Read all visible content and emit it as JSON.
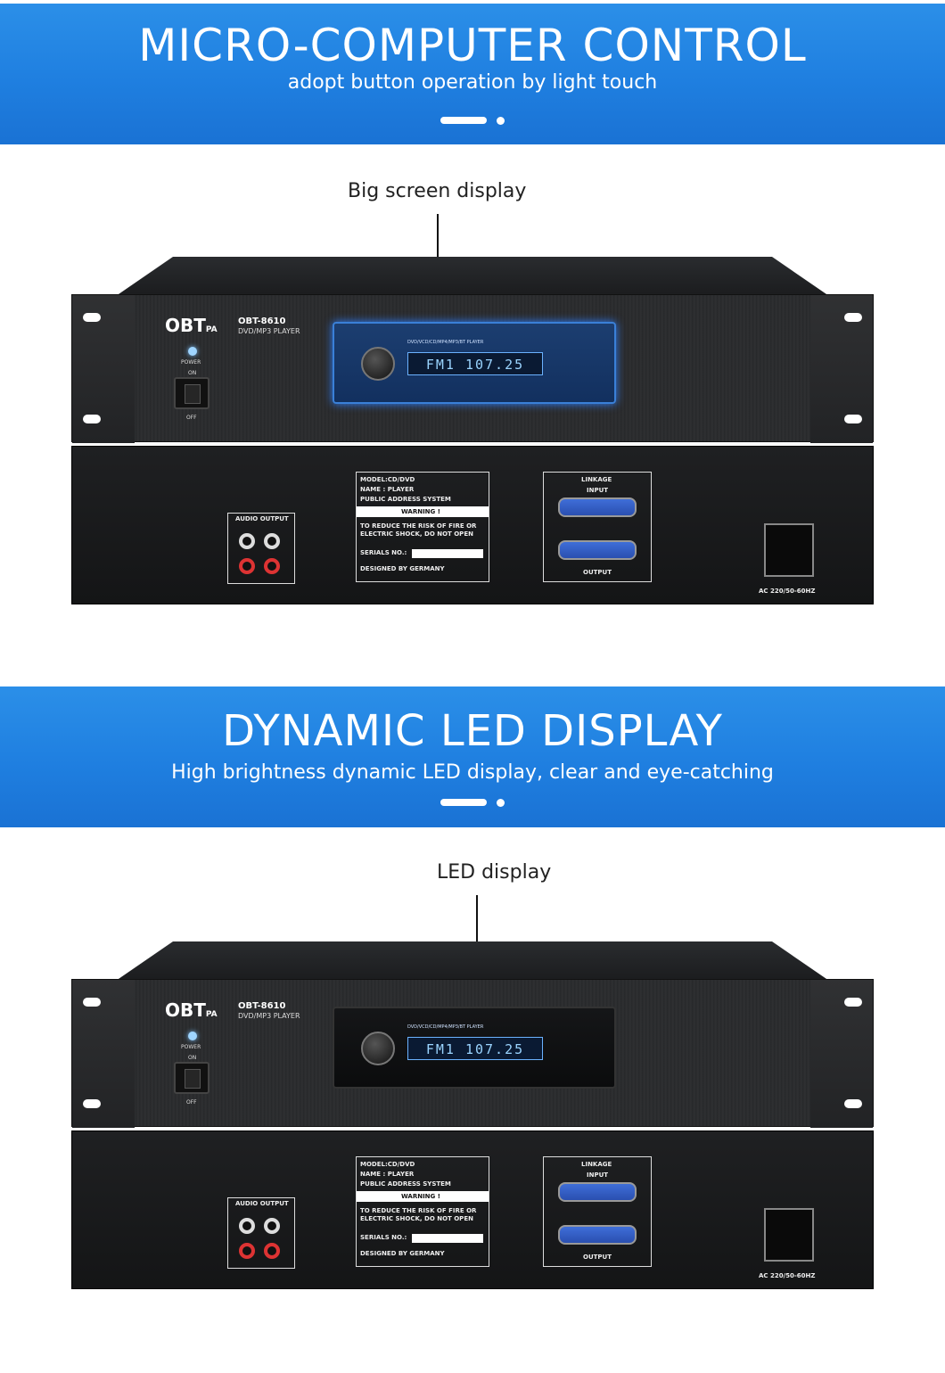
{
  "section1": {
    "title": "MICRO-COMPUTER CONTROL",
    "subtitle": "adopt button operation by light touch",
    "callout": "Big screen display"
  },
  "section2": {
    "title": "DYNAMIC LED DISPLAY",
    "subtitle": "High brightness dynamic LED display, clear and eye-catching",
    "callout": "LED display"
  },
  "device": {
    "brand": "OBT",
    "brand_suffix": "PA",
    "model": "OBT-8610",
    "model_sub": "DVD/MP3 PLAYER",
    "power": "POWER",
    "on": "ON",
    "off": "OFF",
    "display_text": "FM1  107.25",
    "panel_title": "DVD/VCD/CD/MP4/MP3/BT PLAYER",
    "audio_output": "AUDIO OUTPUT",
    "label_lines": [
      "MODEL:CD/DVD",
      "NAME : PLAYER",
      "PUBLIC ADDRESS SYSTEM"
    ],
    "warning": "WARNING !",
    "warning_text": [
      "TO REDUCE THE RISK OF FIRE OR",
      "ELECTRIC SHOCK, DO NOT OPEN"
    ],
    "serials": "SERIALS NO.:",
    "designed": "DESIGNED BY GERMANY",
    "linkage": "LINKAGE",
    "input": "INPUT",
    "output": "OUTPUT",
    "ac": "AC 220/50-60HZ"
  },
  "colors": {
    "banner": "#1f7fe0",
    "accent": "#2b8ff0"
  }
}
